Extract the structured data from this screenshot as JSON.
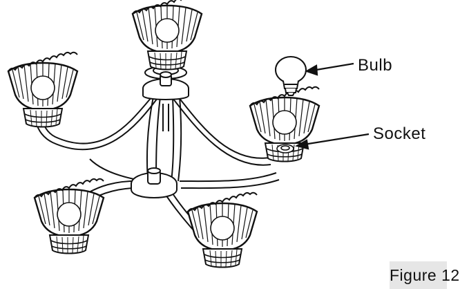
{
  "labels": {
    "bulb": "Bulb",
    "socket": "Socket"
  },
  "caption": "Figure 12"
}
